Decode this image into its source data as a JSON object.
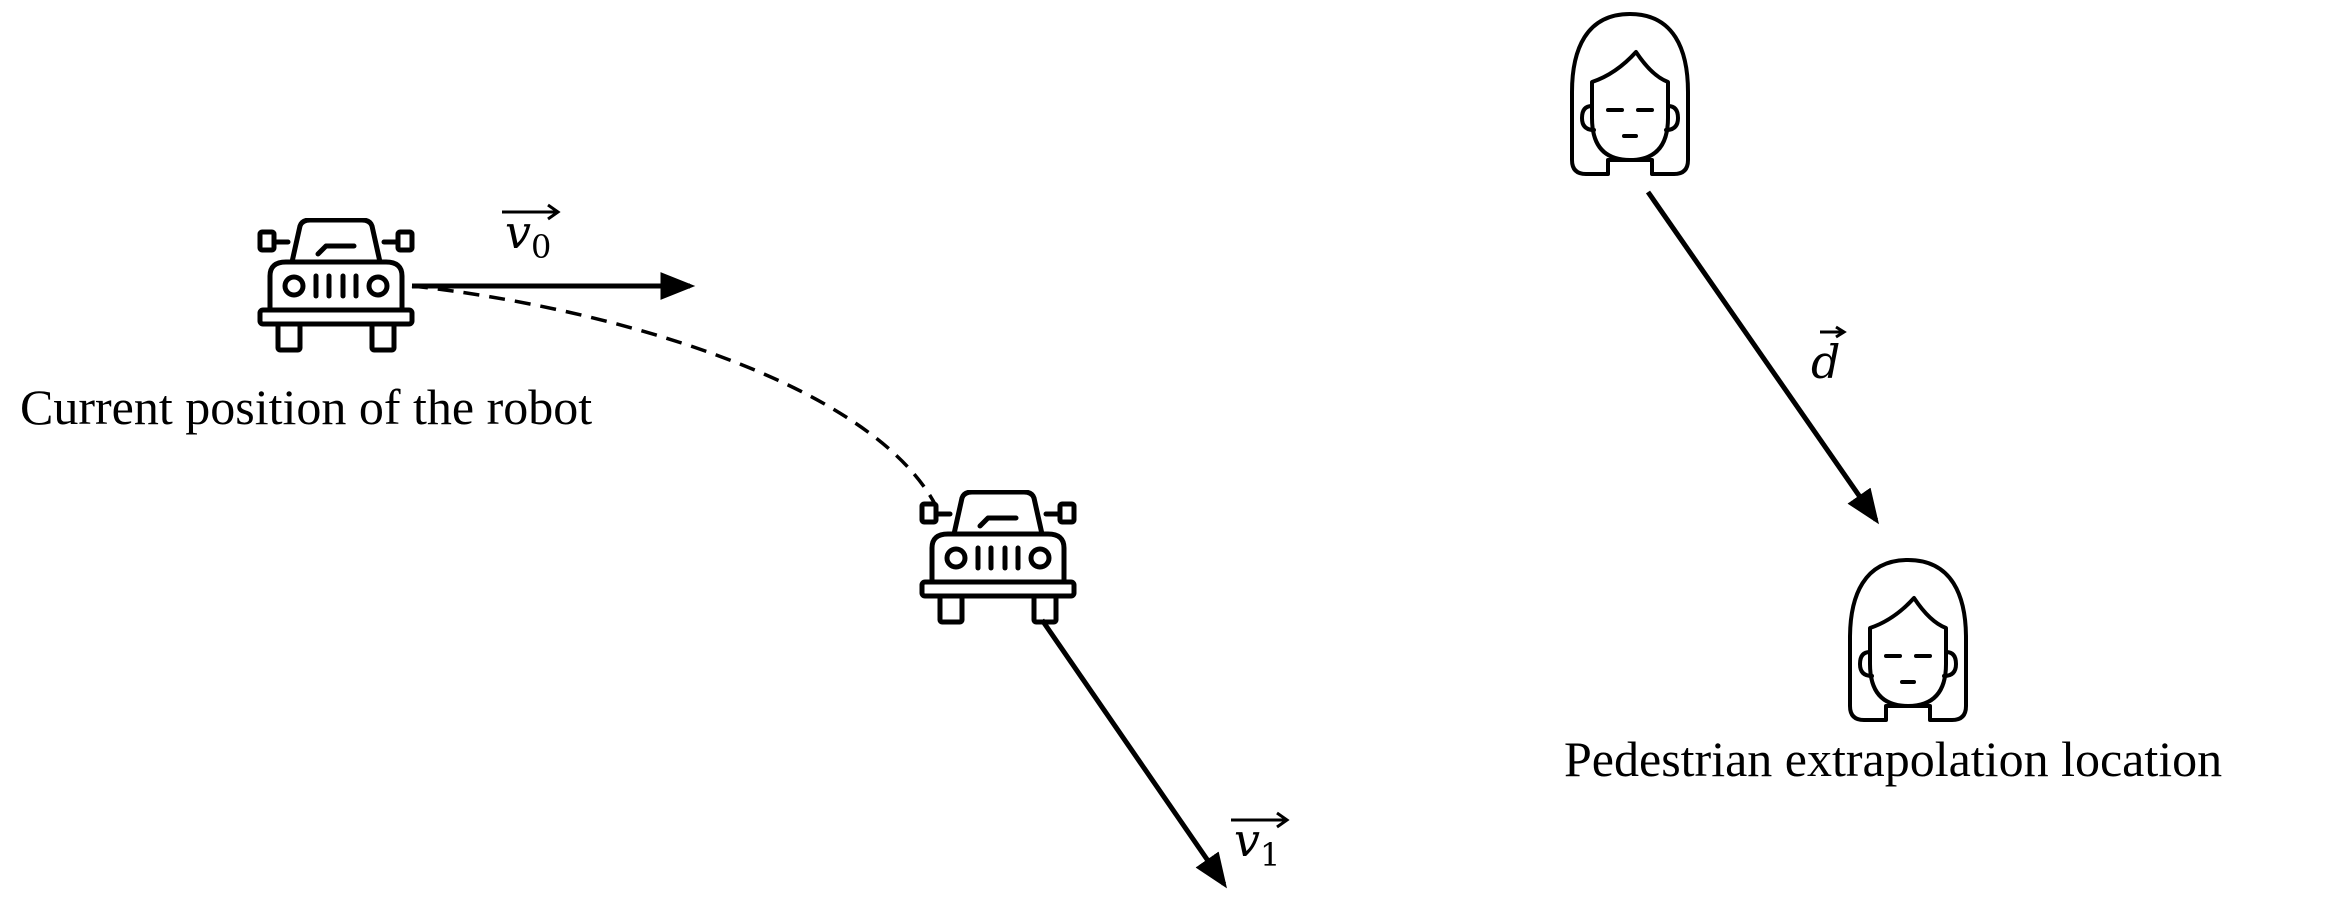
{
  "labels": {
    "robot_current_caption": "Current position of the robot",
    "pedestrian_extrapolated_caption": "Pedestrian extrapolation location"
  },
  "vectors": {
    "v0": {
      "symbol": "v",
      "subscript": "0"
    },
    "v1": {
      "symbol": "v",
      "subscript": "1"
    },
    "d": {
      "symbol": "d",
      "subscript": ""
    }
  },
  "icons": {
    "robot": "car-icon",
    "pedestrian": "woman-face-icon"
  },
  "colors": {
    "ink": "#000000",
    "background": "#ffffff"
  }
}
